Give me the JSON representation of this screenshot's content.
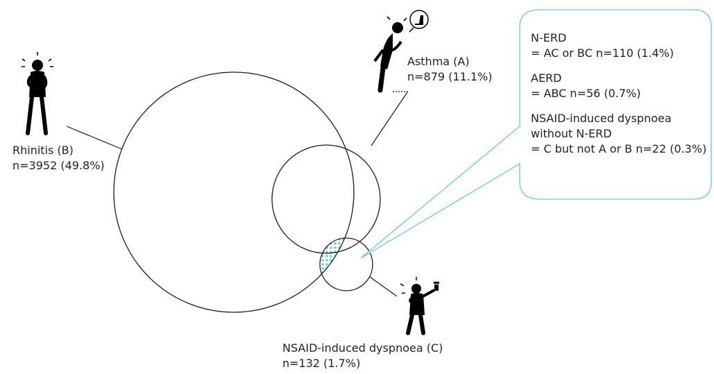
{
  "asthma": {
    "name": "Asthma (A)",
    "count": "n=879 (11.1%)"
  },
  "rhinitis": {
    "name": "Rhinitis (B)",
    "count": "n=3952 (49.8%)"
  },
  "nsaid": {
    "name": "NSAID-induced dyspnoea (C)",
    "count": "n=132 (1.7%)"
  },
  "callout": {
    "nerd": {
      "title": "N-ERD",
      "line": "= AC or BC n=110 (1.4%)"
    },
    "aerd": {
      "title": "AERD",
      "line": "= ABC n=56 (0.7%)"
    },
    "nsaid_only": {
      "title_1": "NSAID-induced dyspnoea",
      "title_2": "without N-ERD",
      "line": "= C but not A or B n=22 (0.3%)"
    }
  },
  "colors": {
    "accent": "#6cc6d0",
    "line": "#1a1a1a",
    "figure": "#000000"
  },
  "icons": [
    "rhinitis-person-icon",
    "asthma-person-icon",
    "nsaid-person-icon",
    "inhaler-icon",
    "pill-bottle-icon"
  ]
}
